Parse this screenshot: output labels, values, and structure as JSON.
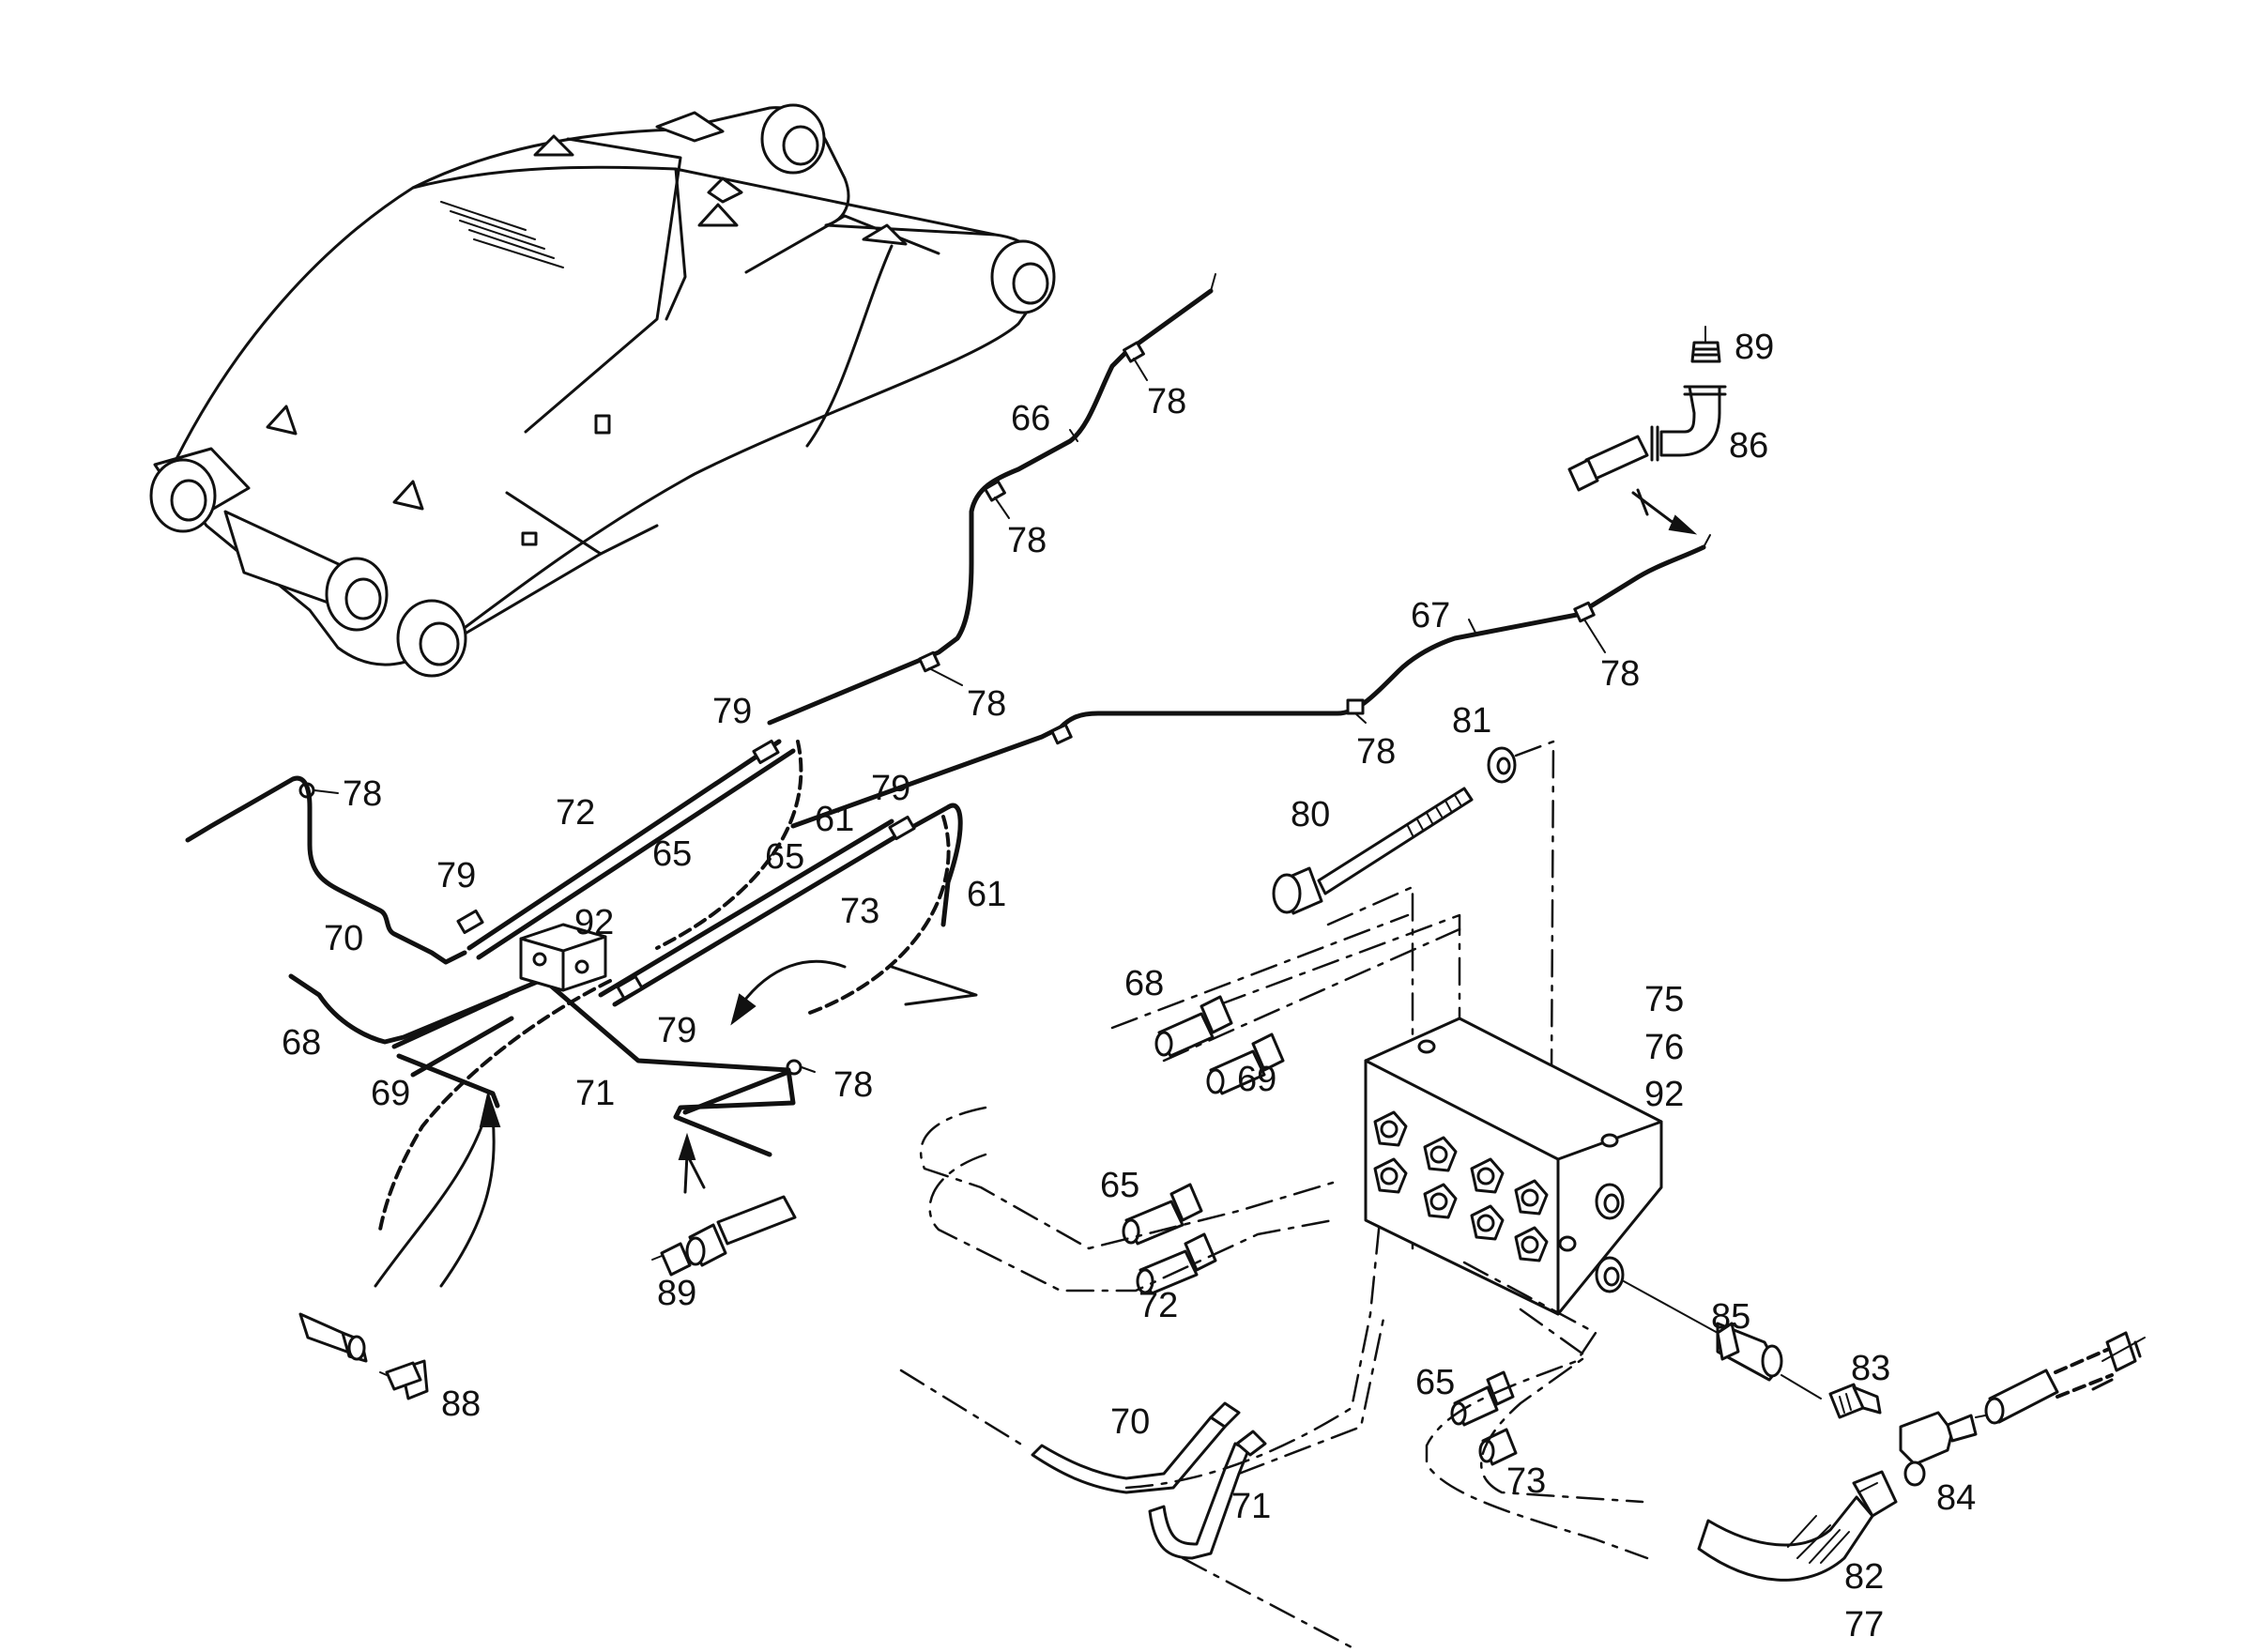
{
  "labels": {
    "n89_top": "89",
    "n86": "86",
    "n78_a": "78",
    "n66": "66",
    "n78_b": "78",
    "n67": "67",
    "n78_c": "78",
    "n78_d": "78",
    "n81": "81",
    "n79_a": "79",
    "n78_e": "78",
    "n80": "80",
    "n78_f": "78",
    "n72_a": "72",
    "n65_a": "65",
    "n61_a": "61",
    "n79_b": "79",
    "n65_b": "65",
    "n61_b": "61",
    "n79_c": "79",
    "n73_a": "73",
    "n92_a": "92",
    "n70_a": "70",
    "n68_a": "68",
    "n69_a": "69",
    "n79_d": "79",
    "n71_a": "71",
    "n78_g": "78",
    "n68_b": "68",
    "n69_b": "69",
    "n75": "75",
    "n76": "76",
    "n92_b": "92",
    "n65_c": "65",
    "n72_b": "72",
    "n89_bottom": "89",
    "n88": "88",
    "n85": "85",
    "n83": "83",
    "n65_d": "65",
    "n70_b": "70",
    "n71_b": "71",
    "n73_b": "73",
    "n84": "84",
    "n82": "82",
    "n77": "77"
  }
}
